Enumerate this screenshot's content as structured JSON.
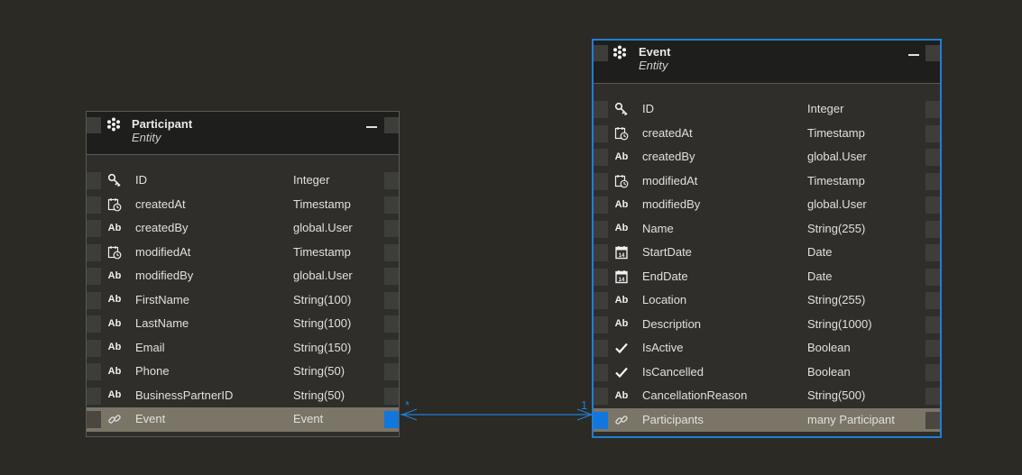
{
  "colors": {
    "background": "#2b2a24",
    "entity_body": "#2f2e2a",
    "header": "#1e1e1c",
    "highlight_row": "#7a7566",
    "selection": "#1e7fd6"
  },
  "participant": {
    "title": "Participant",
    "subtitle": "Entity",
    "fields": [
      {
        "icon": "key-icon",
        "name": "ID",
        "type": "Integer"
      },
      {
        "icon": "timestamp-icon",
        "name": "createdAt",
        "type": "Timestamp"
      },
      {
        "icon": "ab-icon",
        "name": "createdBy",
        "type": "global.User"
      },
      {
        "icon": "timestamp-icon",
        "name": "modifiedAt",
        "type": "Timestamp"
      },
      {
        "icon": "ab-icon",
        "name": "modifiedBy",
        "type": "global.User"
      },
      {
        "icon": "ab-icon",
        "name": "FirstName",
        "type": "String(100)"
      },
      {
        "icon": "ab-icon",
        "name": "LastName",
        "type": "String(100)"
      },
      {
        "icon": "ab-icon",
        "name": "Email",
        "type": "String(150)"
      },
      {
        "icon": "ab-icon",
        "name": "Phone",
        "type": "String(50)"
      },
      {
        "icon": "ab-icon",
        "name": "BusinessPartnerID",
        "type": "String(50)"
      },
      {
        "icon": "link-icon",
        "name": "Event",
        "type": "Event"
      }
    ]
  },
  "event": {
    "title": "Event",
    "subtitle": "Entity",
    "fields": [
      {
        "icon": "key-icon",
        "name": "ID",
        "type": "Integer"
      },
      {
        "icon": "timestamp-icon",
        "name": "createdAt",
        "type": "Timestamp"
      },
      {
        "icon": "ab-icon",
        "name": "createdBy",
        "type": "global.User"
      },
      {
        "icon": "timestamp-icon",
        "name": "modifiedAt",
        "type": "Timestamp"
      },
      {
        "icon": "ab-icon",
        "name": "modifiedBy",
        "type": "global.User"
      },
      {
        "icon": "ab-icon",
        "name": "Name",
        "type": "String(255)"
      },
      {
        "icon": "calendar-icon",
        "name": "StartDate",
        "type": "Date"
      },
      {
        "icon": "calendar-icon",
        "name": "EndDate",
        "type": "Date"
      },
      {
        "icon": "ab-icon",
        "name": "Location",
        "type": "String(255)"
      },
      {
        "icon": "ab-icon",
        "name": "Description",
        "type": "String(1000)"
      },
      {
        "icon": "check-icon",
        "name": "IsActive",
        "type": "Boolean"
      },
      {
        "icon": "check-icon",
        "name": "IsCancelled",
        "type": "Boolean"
      },
      {
        "icon": "ab-icon",
        "name": "CancellationReason",
        "type": "String(500)"
      },
      {
        "icon": "link-icon",
        "name": "Participants",
        "type": "many Participant"
      }
    ]
  },
  "association": {
    "source_multiplicity": "*",
    "target_multiplicity": "1"
  },
  "icon_glyphs": {
    "ab": "Ab"
  }
}
